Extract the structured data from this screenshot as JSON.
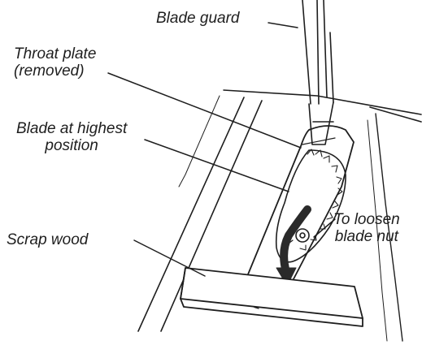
{
  "diagram": {
    "labels": {
      "blade_guard": "Blade guard",
      "throat_plate_line1": "Throat plate",
      "throat_plate_line2": "(removed)",
      "blade_position_line1": "Blade at highest",
      "blade_position_line2": "position",
      "loosen_line1": "To loosen",
      "loosen_line2": "blade nut",
      "scrap_wood": "Scrap wood"
    },
    "colors": {
      "ink": "#1e1e1e",
      "paper": "#ffffff"
    }
  }
}
